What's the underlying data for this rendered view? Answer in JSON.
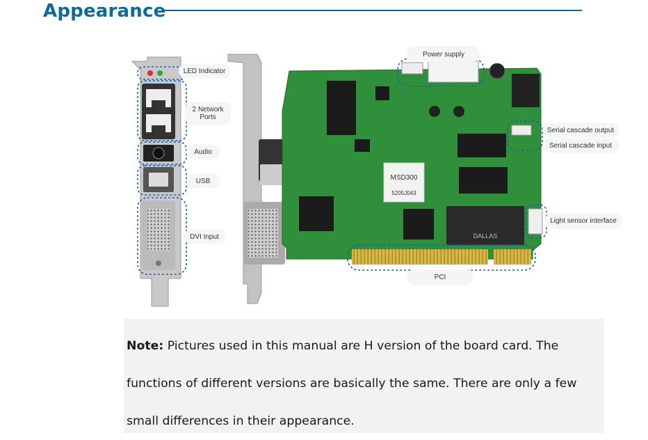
{
  "heading": {
    "title": "Appearance"
  },
  "callouts": {
    "led": "LED Indicator",
    "network": "2 Network Ports",
    "audio": "Audio",
    "usb": "USB",
    "dvi": "DVI Input",
    "power": "Power supply",
    "serial_out": "Serial cascade output",
    "serial_in": "Serial cascade input",
    "light": "Light sensor interface",
    "pci": "PCI"
  },
  "board": {
    "model": "MSD300",
    "serial": "5205J043",
    "chip_label": "DALLAS"
  },
  "note": {
    "label": "Note:",
    "text": " Pictures used in this manual are H version of the board card. The functions of different versions are basically the same. There are only a few small differences in their appearance."
  },
  "colors": {
    "heading": "#0d6b9c",
    "pcb": "#2f8f3a",
    "callout_line": "#1f5fa8"
  }
}
